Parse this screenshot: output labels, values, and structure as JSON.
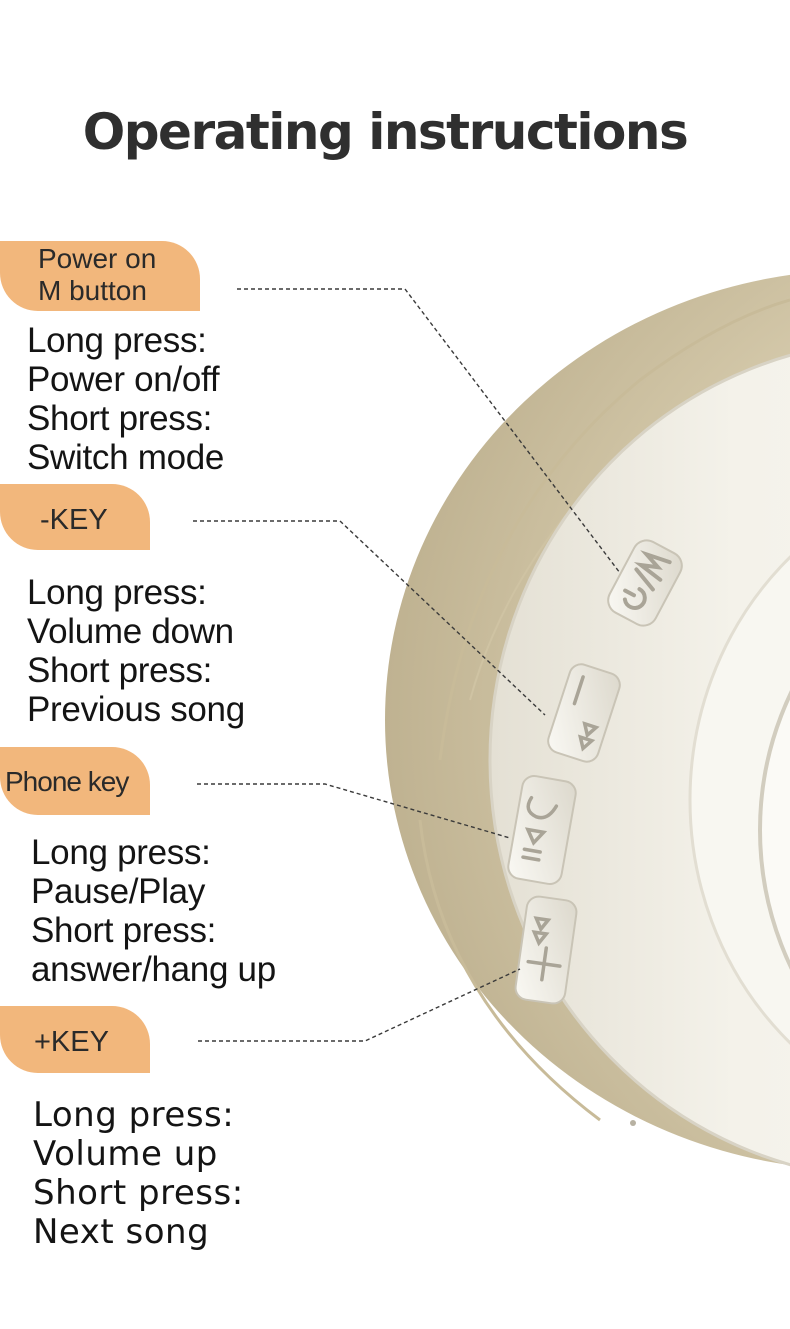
{
  "title": "Operating instructions",
  "sections": [
    {
      "label_lines": [
        "Power on",
        "M button"
      ],
      "desc_lines": [
        "Long press:",
        "Power on/off",
        "Short press:",
        "Switch mode"
      ]
    },
    {
      "label_lines": [
        "-KEY"
      ],
      "desc_lines": [
        "Long press:",
        "Volume down",
        "Short press:",
        "Previous song"
      ]
    },
    {
      "label_lines": [
        "Phone key"
      ],
      "desc_lines": [
        "Long press:",
        "Pause/Play",
        "Short press:",
        "answer/hang up"
      ]
    },
    {
      "label_lines": [
        "+KEY"
      ],
      "desc_lines": [
        "Long press:",
        "Volume up",
        "Short press:",
        "Next song"
      ]
    }
  ],
  "buttons": [
    {
      "icon": "power-mode-icon"
    },
    {
      "icon": "volume-down-previous-icon"
    },
    {
      "icon": "phone-play-pause-icon"
    },
    {
      "icon": "volume-up-next-icon"
    }
  ],
  "colors": {
    "tab": "#f2b77c",
    "cushion": "#d9ceb2",
    "shell": "#f1eee4",
    "text": "#141414",
    "title": "#2f2f2f"
  }
}
